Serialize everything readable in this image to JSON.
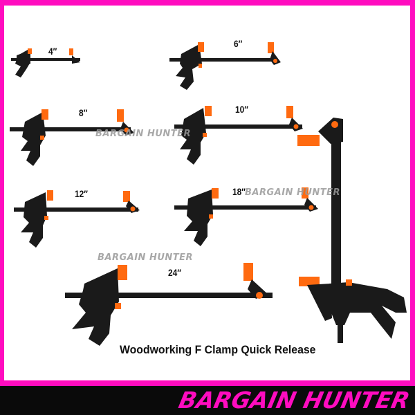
{
  "product": {
    "caption": "Woodworking F Clamp Quick Release",
    "sizes": [
      {
        "label": "4″"
      },
      {
        "label": "6″"
      },
      {
        "label": "8″"
      },
      {
        "label": "10″"
      },
      {
        "label": "12″"
      },
      {
        "label": "18″"
      },
      {
        "label": "24″"
      }
    ]
  },
  "watermark": {
    "text": "BARGAIN HUNTER"
  },
  "banner": {
    "brand": "BARGAIN HUNTER"
  },
  "colors": {
    "frame": "#ff0cbf",
    "banner_bg": "#0a0a0a",
    "clamp_body": "#1a1a1a",
    "clamp_accent": "#ff6a10",
    "background": "#ffffff"
  }
}
